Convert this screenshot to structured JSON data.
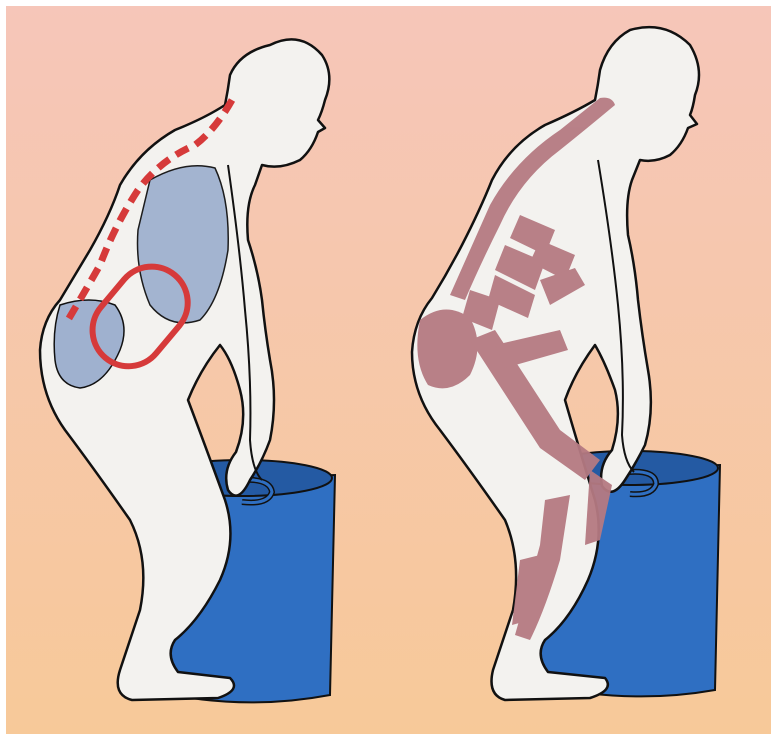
{
  "illustration": {
    "panels": [
      {
        "name": "left-figure",
        "theme": "spine-and-abdomen"
      },
      {
        "name": "right-figure",
        "theme": "muscles"
      }
    ],
    "colors": {
      "background_top": "#f6c8b6",
      "background_bottom": "#f7c99a",
      "figure_fill": "#f3f2ef",
      "outline": "#111111",
      "bucket": "#2f6fc2",
      "bucket_dark": "#245aa3",
      "organ_blue": "#9fb1cf",
      "spine_red": "#d63a3a",
      "muscle": "#b57a82"
    }
  }
}
